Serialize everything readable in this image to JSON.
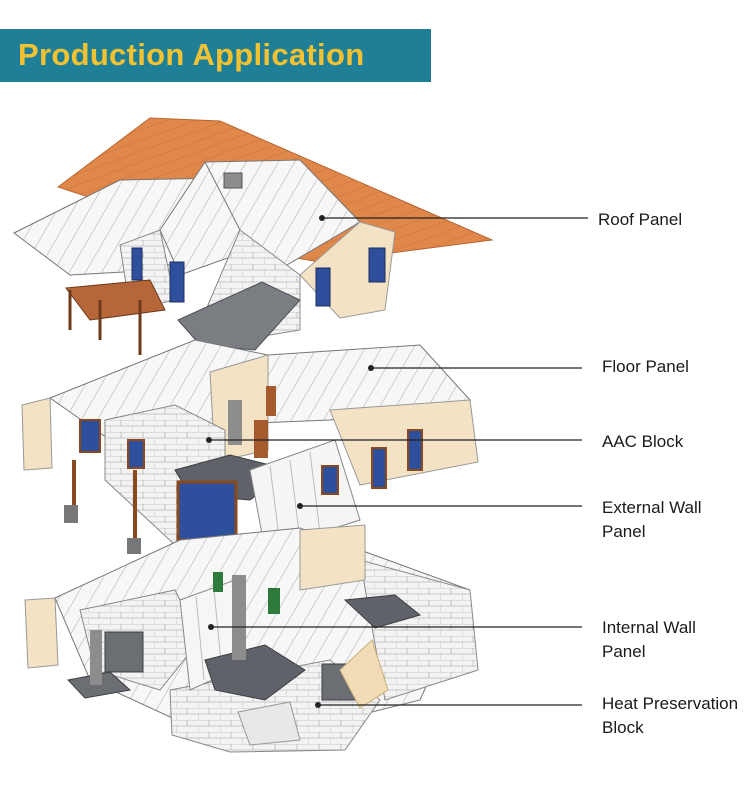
{
  "banner": {
    "title": "Production Application"
  },
  "labels": {
    "roof_panel": "Roof Panel",
    "floor_panel": "Floor Panel",
    "aac_block": "AAC Block",
    "external_wall_panel_1": "External Wall",
    "external_wall_panel_2": "Panel",
    "internal_wall_panel_1": "Internal Wall",
    "internal_wall_panel_2": "Panel",
    "heat_preservation_block_1": "Heat Preservation",
    "heat_preservation_block_2": "Block"
  },
  "colors": {
    "banner_bg": "#1f7f96",
    "banner_text": "#f3c232",
    "roof_tile": "#e0874a",
    "wall_cream": "#f4e2c4",
    "block_white": "#f2f2f2",
    "floor_dark": "#5f6268",
    "window_blue": "#2e4f9c",
    "door_brown": "#a55b2c"
  }
}
